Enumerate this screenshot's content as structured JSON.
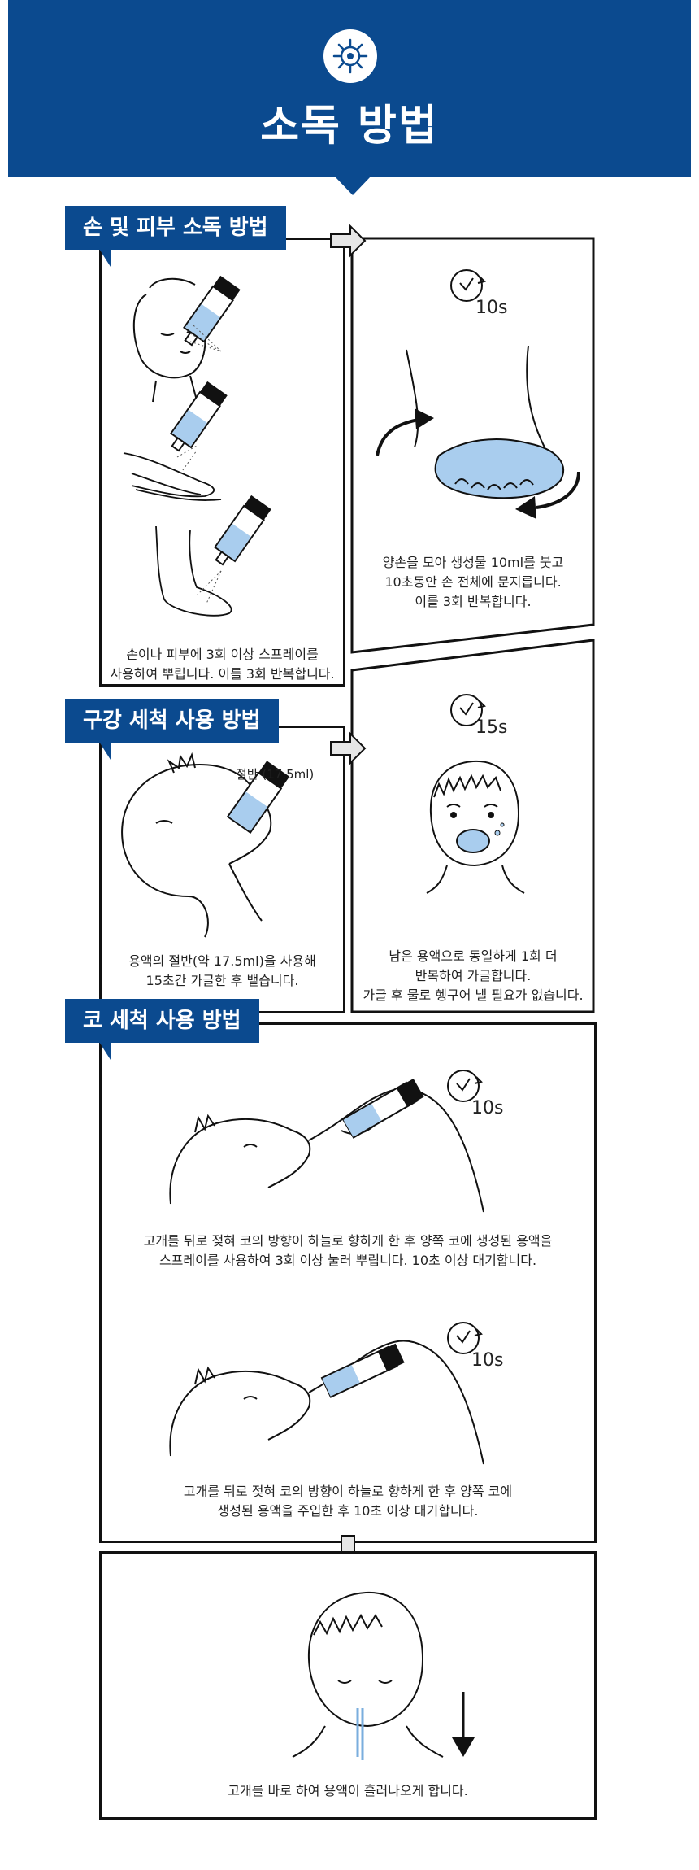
{
  "header": {
    "title": "소독 방법",
    "logo_icon": "virus-emblem-icon",
    "color": "#0b4a8f"
  },
  "sections": {
    "skin": {
      "tag": "손 및 피부 소독 방법",
      "left_caption": [
        "손이나 피부에 3회 이상 스프레이를",
        "사용하여 뿌립니다. 이를 3회 반복합니다."
      ],
      "right_timer": "10s",
      "right_caption": [
        "양손을 모아 생성물 10ml를 붓고",
        "10초동안 손 전체에 문지릅니다.",
        "이를 3회 반복합니다."
      ]
    },
    "mouth": {
      "tag": "구강 세척 사용 방법",
      "bottle_label": "절반 (17.5ml)",
      "left_caption": [
        "용액의 절반(약 17.5ml)을 사용해",
        "15초간 가글한 후 뱉습니다."
      ],
      "right_timer": "15s",
      "right_caption": [
        "남은 용액으로 동일하게 1회 더",
        "반복하여 가글합니다.",
        "가글 후 물로 헹구어 낼 필요가 없습니다."
      ]
    },
    "nose": {
      "tag": "코 세척 사용 방법",
      "step1_timer": "10s",
      "step1_caption": [
        "고개를 뒤로 젖혀 코의 방향이 하늘로 향하게 한 후 양쪽 코에 생성된 용액을",
        "스프레이를 사용하여 3회 이상 눌러 뿌립니다. 10초 이상 대기합니다."
      ],
      "step2_timer": "10s",
      "step2_caption": [
        "고개를 뒤로 젖혀 코의 방향이 하늘로 향하게 한 후 양쪽 코에",
        "생성된 용액을 주입한 후 10초 이상 대기합니다."
      ],
      "step3_caption": [
        "고개를 바로 하여 용액이 흘러나오게 합니다."
      ]
    }
  },
  "colors": {
    "accent": "#0b4a8f",
    "liquid": "#a9cdee",
    "line": "#111111"
  }
}
